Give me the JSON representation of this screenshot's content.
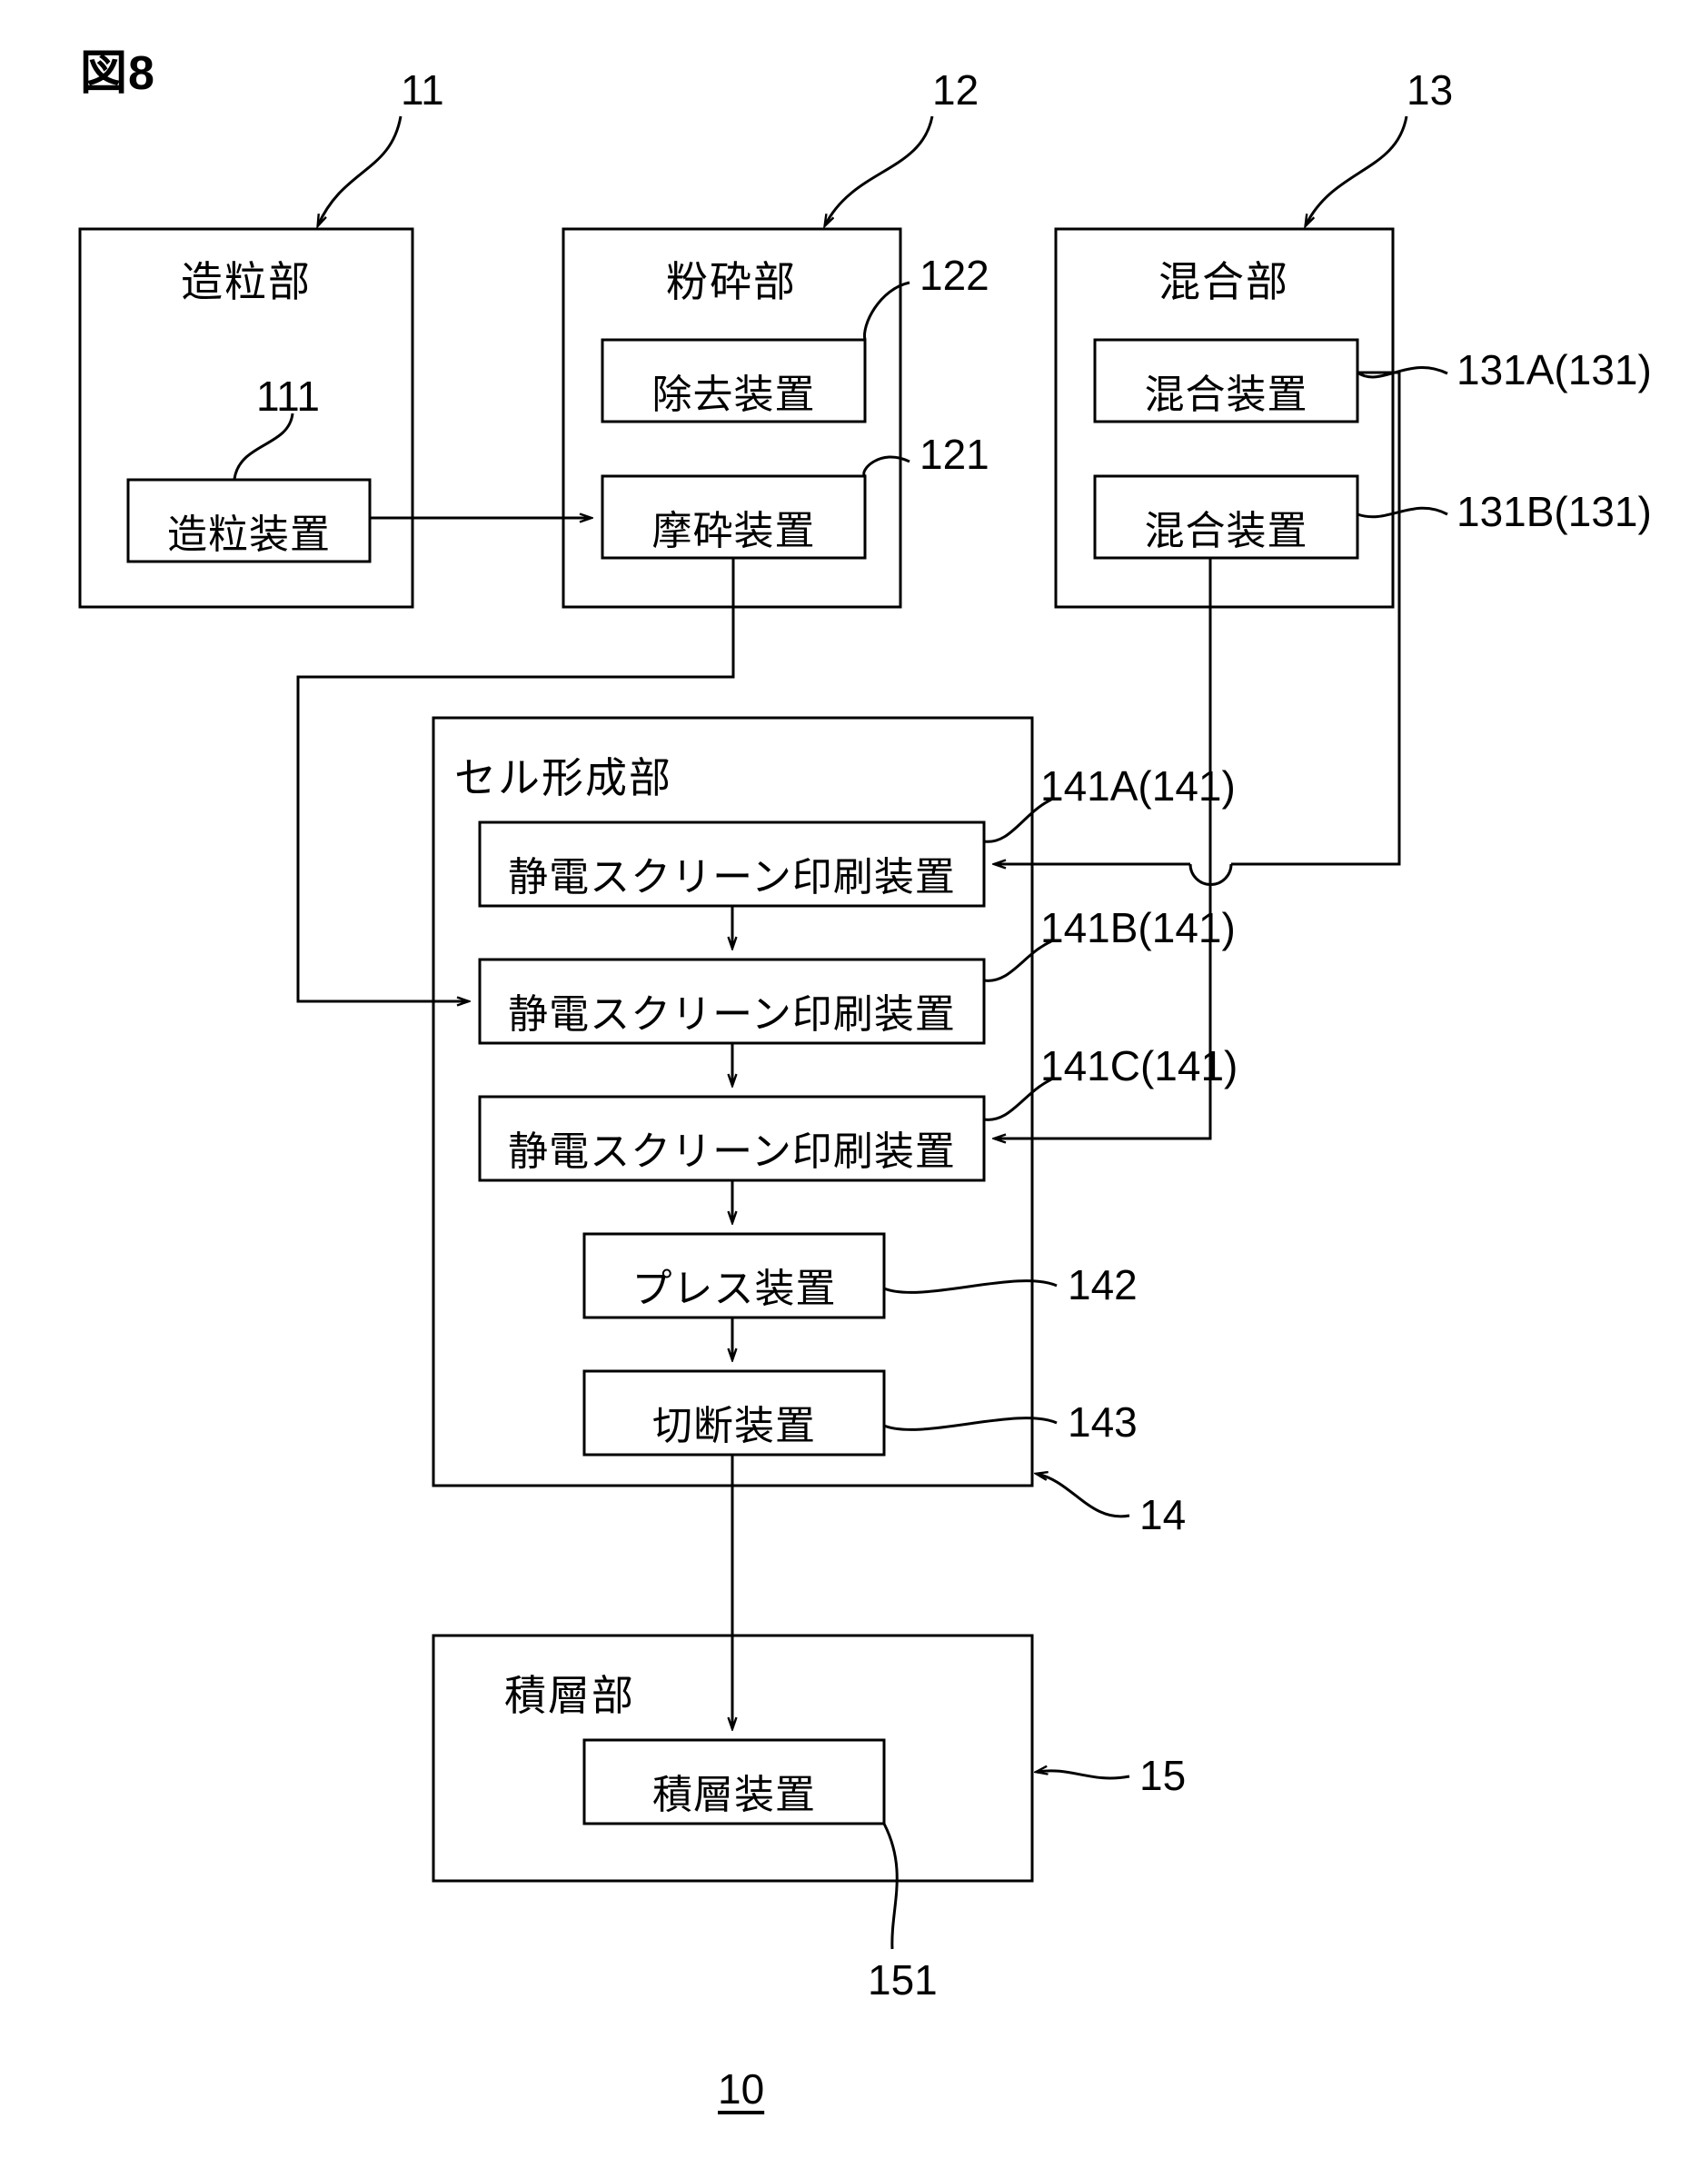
{
  "figure": {
    "label": "図8",
    "bottom_number": "10"
  },
  "sections": [
    {
      "id": "granulation",
      "title": "造粒部",
      "ref": "11",
      "devices": [
        {
          "label": "造粒装置",
          "ref": "111"
        }
      ]
    },
    {
      "id": "pulverization",
      "title": "粉砕部",
      "ref": "12",
      "devices": [
        {
          "label": "除去装置",
          "ref": "122"
        },
        {
          "label": "摩砕装置",
          "ref": "121"
        }
      ]
    },
    {
      "id": "mixing",
      "title": "混合部",
      "ref": "13",
      "devices": [
        {
          "label": "混合装置",
          "ref": "131A(131)"
        },
        {
          "label": "混合装置",
          "ref": "131B(131)"
        }
      ]
    },
    {
      "id": "cell-formation",
      "title": "セル形成部",
      "ref": "14",
      "devices": [
        {
          "label": "静電スクリーン印刷装置",
          "ref": "141A(141)"
        },
        {
          "label": "静電スクリーン印刷装置",
          "ref": "141B(141)"
        },
        {
          "label": "静電スクリーン印刷装置",
          "ref": "141C(141)"
        },
        {
          "label": "プレス装置",
          "ref": "142"
        },
        {
          "label": "切断装置",
          "ref": "143"
        }
      ]
    },
    {
      "id": "lamination",
      "title": "積層部",
      "ref": "15",
      "devices": [
        {
          "label": "積層装置",
          "ref": "151"
        }
      ]
    }
  ]
}
